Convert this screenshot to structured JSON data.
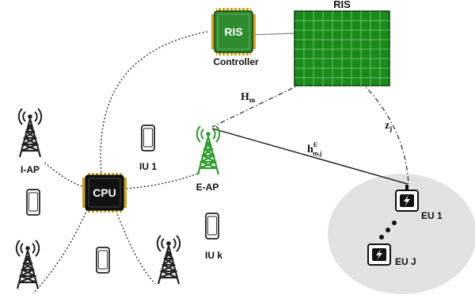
{
  "ris": {
    "label": "RIS",
    "color": "#1a8a1a",
    "grid_color": "#7fd27f"
  },
  "controller": {
    "chip_text": "RIS",
    "label": "Controller",
    "color": "#2e8b2e"
  },
  "cpu": {
    "chip_text": "CPU",
    "color": "#111111"
  },
  "e_ap": {
    "label": "E-AP",
    "color": "#2e9a2e"
  },
  "i_ap": {
    "label": "I-AP"
  },
  "iu": {
    "first": "IU 1",
    "last": "IU k"
  },
  "eu": {
    "first": "EU 1",
    "last": "EU J",
    "region_color": "#e2e2e2"
  },
  "channels": {
    "h_m": {
      "base": "H",
      "sub": "m"
    },
    "z_j": {
      "base": "z",
      "sub": "j"
    },
    "h_e": {
      "base": "h",
      "sub": "m,j",
      "sup": "E"
    }
  }
}
